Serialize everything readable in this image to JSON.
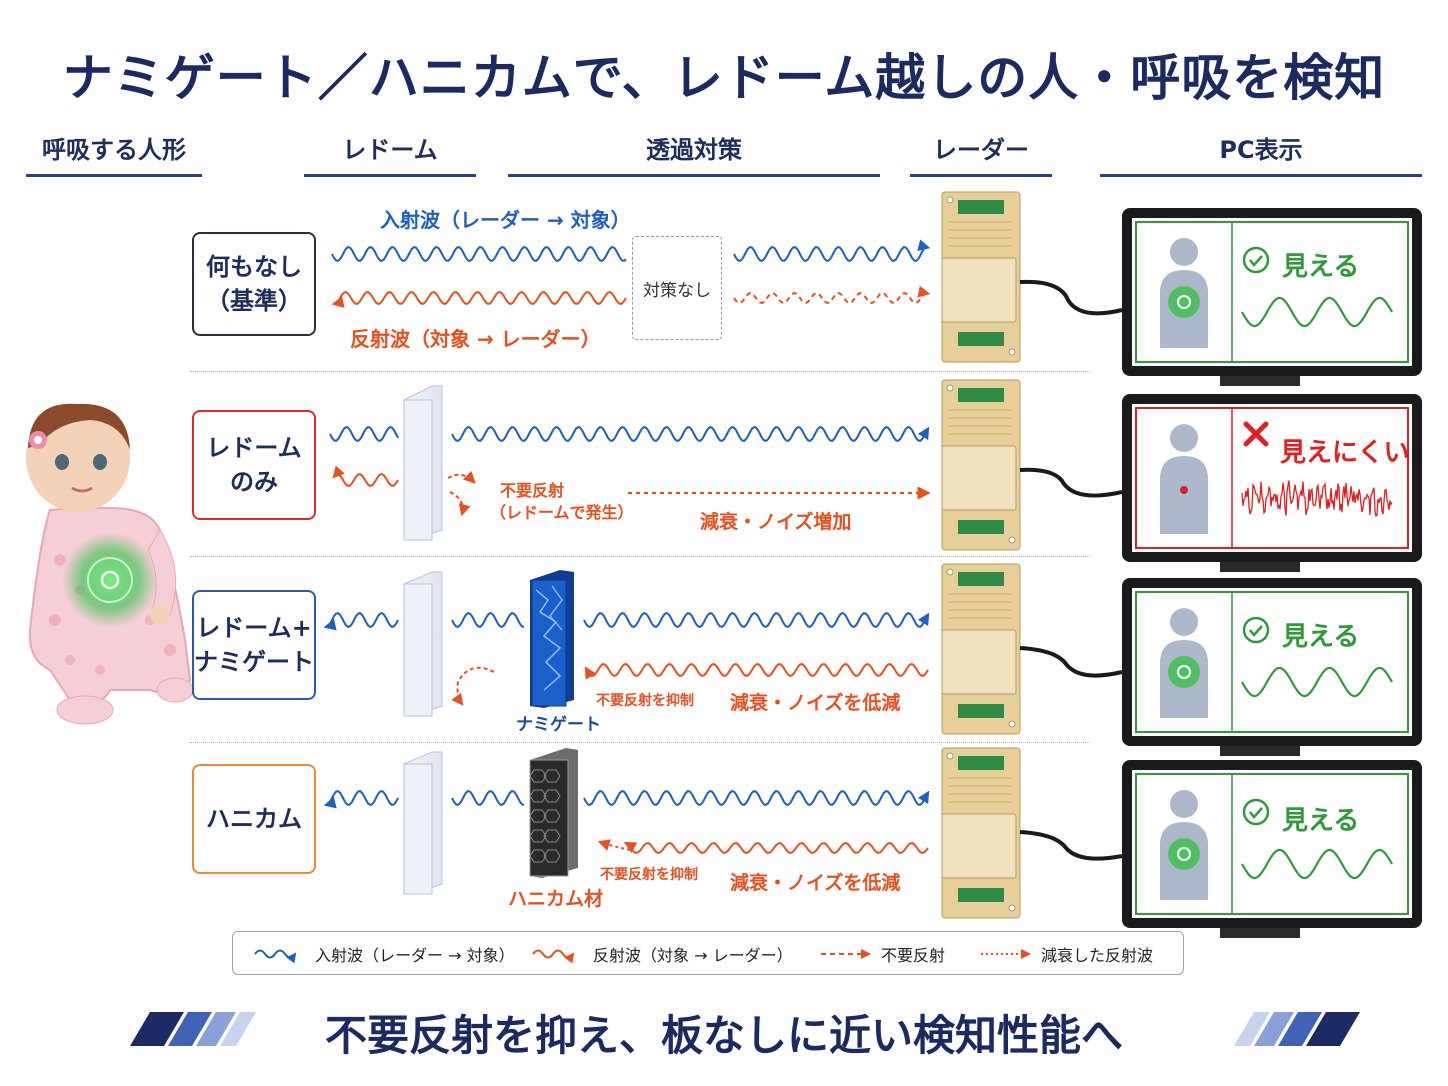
{
  "title": "ナミゲート／ハニカムで、レドーム越しの人・呼吸を検知",
  "column_headers": [
    "呼吸する人形",
    "レドーム",
    "透過対策",
    "レーダー",
    "PC表示"
  ],
  "rows": [
    {
      "label": "何もなし\n（基準）",
      "status": "見える"
    },
    {
      "label": "レドーム\nのみ",
      "status": "見えにくい"
    },
    {
      "label": "レドーム+\nナミゲート",
      "status": "見える"
    },
    {
      "label": "ハニカム",
      "status": "見える"
    }
  ],
  "row1": {
    "incident_label": "入射波（レーダー → 対象）",
    "reflected_label": "反射波（対象 → レーダー）",
    "countermeasure": "対策なし"
  },
  "row2": {
    "unwanted_reflection": "不要反射",
    "unwanted_reflection_sub": "（レドームで発生）",
    "attenuation": "減衰・ノイズ増加"
  },
  "row3": {
    "suppress": "不要反射を抑制",
    "attenuation": "減衰・ノイズを低減",
    "material": "ナミゲート"
  },
  "row4": {
    "suppress": "不要反射を抑制",
    "attenuation": "減衰・ノイズを低減",
    "material": "ハニカム材"
  },
  "legend": {
    "incident": "入射波（レーダー → 対象）",
    "reflected": "反射波（対象 → レーダー）",
    "unwanted": "不要反射",
    "attenuated": "減衰した反射波"
  },
  "footer": "不要反射を抑え、板なしに近い検知性能へ",
  "colors": {
    "navy": "#1b2a63",
    "incident_blue": "#1f5fc4",
    "reflected_orange": "#e8501e",
    "ok_green": "#2e9a3a",
    "ng_red": "#e02020",
    "namigate_blue": "#1a5fcc"
  }
}
